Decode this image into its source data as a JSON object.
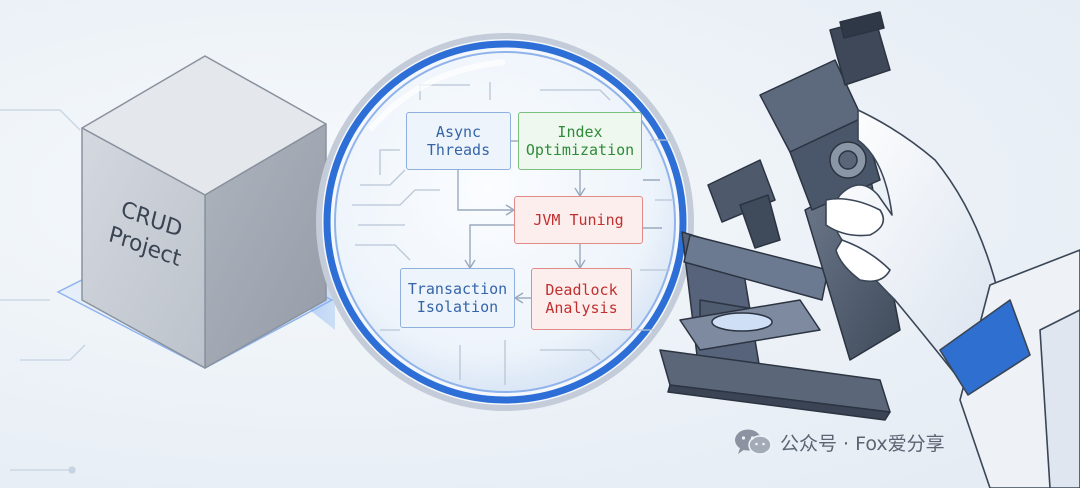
{
  "cube": {
    "line1": "CRUD",
    "line2": "Project"
  },
  "nodes": {
    "async": {
      "line1": "Async",
      "line2": "Threads"
    },
    "index": {
      "line1": "Index",
      "line2": "Optimization"
    },
    "jvm": {
      "line1": "JVM Tuning"
    },
    "transaction": {
      "line1": "Transaction",
      "line2": "Isolation"
    },
    "deadlock": {
      "line1": "Deadlock",
      "line2": "Analysis"
    }
  },
  "watermark": {
    "text": "公众号 · Fox爱分享",
    "icon": "wechat-icon"
  },
  "colors": {
    "blue": "#3565a8",
    "green": "#2f8a3a",
    "red": "#c0302f",
    "lens_ring": "#2d6fd6",
    "cube_face": "#c9ced6"
  }
}
